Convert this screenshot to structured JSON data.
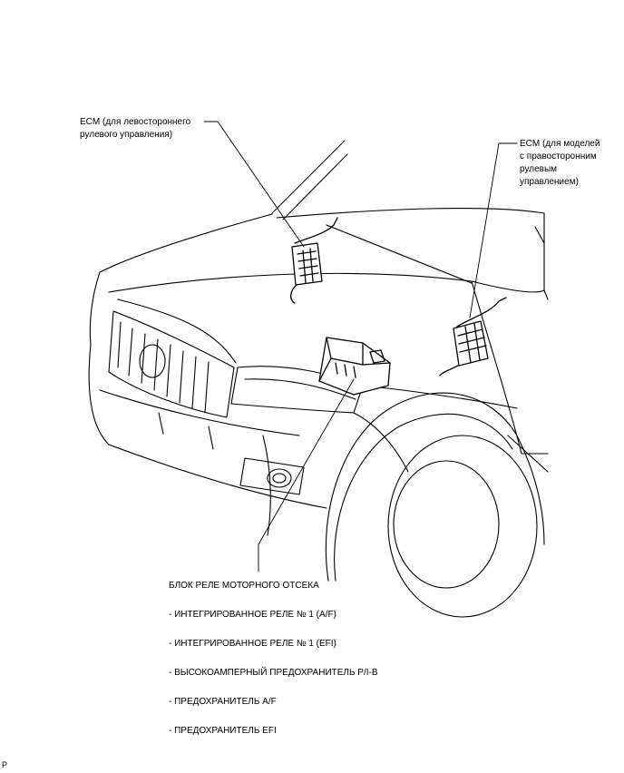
{
  "labels": {
    "ecm_left": [
      "ECM (для левостороннего",
      "рулевого управления)"
    ],
    "ecm_right": [
      "ECM (для моделей",
      "с правосторонним",
      "рулевым",
      "управлением)"
    ]
  },
  "relay_block": {
    "title": "БЛОК РЕЛЕ МОТОРНОГО ОТСЕКА",
    "items": [
      "- ИНТЕГРИРОВАННОЕ РЕЛЕ № 1 (A/F)",
      "- ИНТЕГРИРОВАННОЕ РЕЛЕ № 1 (EFI)",
      "- ВЫСОКОАМПЕРНЫЙ ПРЕДОХРАНИТЕЛЬ P/I-B",
      "- ПРЕДОХРАНИТЕЛЬ A/F",
      "- ПРЕДОХРАНИТЕЛЬ EFI"
    ]
  },
  "corner_mark": "P"
}
